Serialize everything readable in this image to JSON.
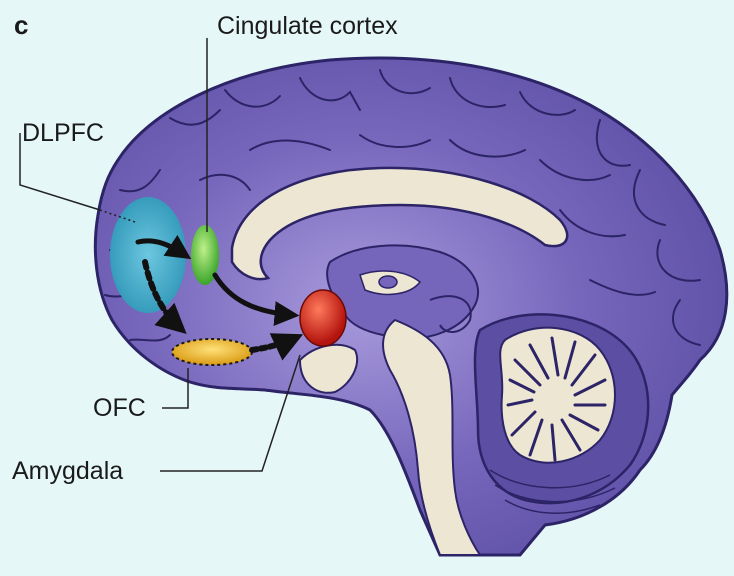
{
  "figure": {
    "panel_letter": "c",
    "regions": {
      "cingulate": "Cingulate cortex",
      "dlpfc": "DLPFC",
      "ofc": "OFC",
      "amygdala": "Amygdala"
    },
    "colors": {
      "background": "#e6f7f7",
      "cortex": "#5b4ea3",
      "cortex_inner": "#7565bb",
      "sulcus": "#2c2466",
      "white_matter": "#ece6d3",
      "dlpfc": "#3aa6c6",
      "cingulate": "#5bc53a",
      "ofc": "#f2c02a",
      "amygdala": "#d8281e",
      "arrow": "#111111"
    }
  }
}
